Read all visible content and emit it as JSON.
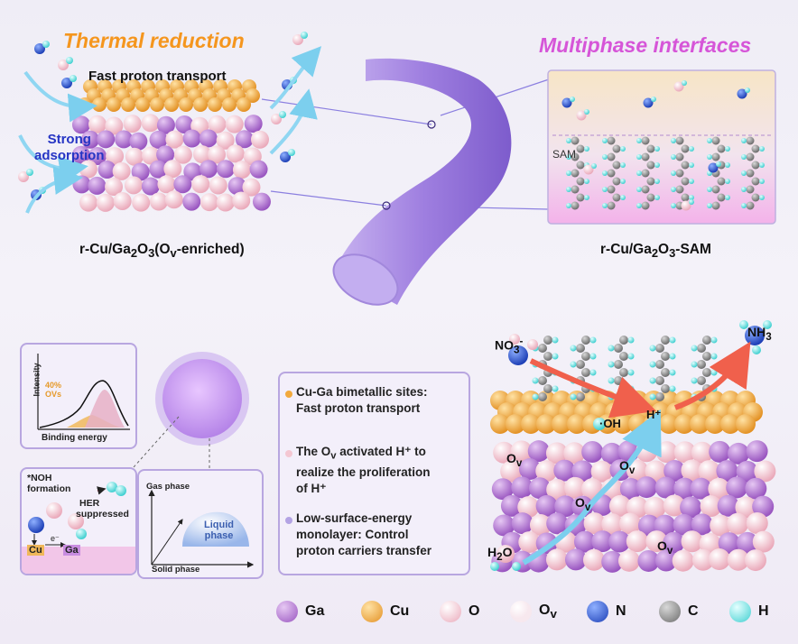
{
  "top": {
    "thermal_title": "Thermal reduction",
    "multiphase_title": "Multiphase interfaces",
    "fast_proton": "Fast proton transport",
    "strong_adsorption_1": "Strong",
    "strong_adsorption_2": "adsorption",
    "left_caption_pre": "r-Cu/Ga",
    "left_caption_sub1": "2",
    "left_caption_mid": "O",
    "left_caption_sub2": "3",
    "left_caption_open": "(O",
    "left_caption_sub3": "v",
    "left_caption_post": "-enriched)",
    "right_caption_pre": "r-Cu/Ga",
    "right_caption_sub1": "2",
    "right_caption_mid": "O",
    "right_caption_sub2": "3",
    "right_caption_post": "-SAM",
    "sam_label": "SAM"
  },
  "xps": {
    "ylabel": "Intensity",
    "xlabel": "Binding energy",
    "annot_1": "40%",
    "annot_2": "OVs"
  },
  "noh": {
    "label_1": "*NOH",
    "label_2": "formation",
    "her_1": "HER",
    "her_2": "suppressed",
    "cu": "Cu",
    "ga": "Ga",
    "electron": "e⁻"
  },
  "phase": {
    "gas": "Gas phase",
    "liquid_1": "Liquid",
    "liquid_2": "phase",
    "solid": "Solid phase"
  },
  "descriptions": {
    "d1_l1": "Cu-Ga bimetallic sites:",
    "d1_l2": "Fast proton transport",
    "d2_l1a": "The O",
    "d2_sub": "v",
    "d2_l1b": " activated H⁺ to",
    "d2_l2": "realize the proliferation",
    "d2_l3": "of H⁺",
    "d3_l1": "Low-surface-energy",
    "d3_l2": "monolayer: Control",
    "d3_l3": "proton carriers transfer"
  },
  "reaction": {
    "no3_pre": "NO",
    "no3_sub": "3",
    "no3_sup": "-",
    "nh3_pre": "NH",
    "nh3_sub": "3",
    "oh": "·OH",
    "hplus": "H⁺",
    "ov": "O",
    "ov_sub": "v",
    "h2o_pre": "H",
    "h2o_sub": "2",
    "h2o_post": "O"
  },
  "legend": [
    {
      "label": "Ga",
      "color": "#b979d6"
    },
    {
      "label": "Cu",
      "color": "#f2a93c"
    },
    {
      "label": "O",
      "color": "#f4c7d2"
    },
    {
      "label": "O",
      "sub": "v",
      "color": "#f1dde4"
    },
    {
      "label": "N",
      "color": "#2f5bd1"
    },
    {
      "label": "C",
      "color": "#8d8d8d"
    },
    {
      "label": "H",
      "color": "#6ee3e0"
    }
  ],
  "colors": {
    "ga": "#b979d6",
    "cu": "#f2a93c",
    "o": "#f4c7d2",
    "n": "#2f5bd1",
    "c": "#8d8d8d",
    "h": "#6ee3e0",
    "accent_orange": "#f5961e",
    "accent_pink": "#d655d8",
    "panel_border": "#b8a6e0"
  }
}
